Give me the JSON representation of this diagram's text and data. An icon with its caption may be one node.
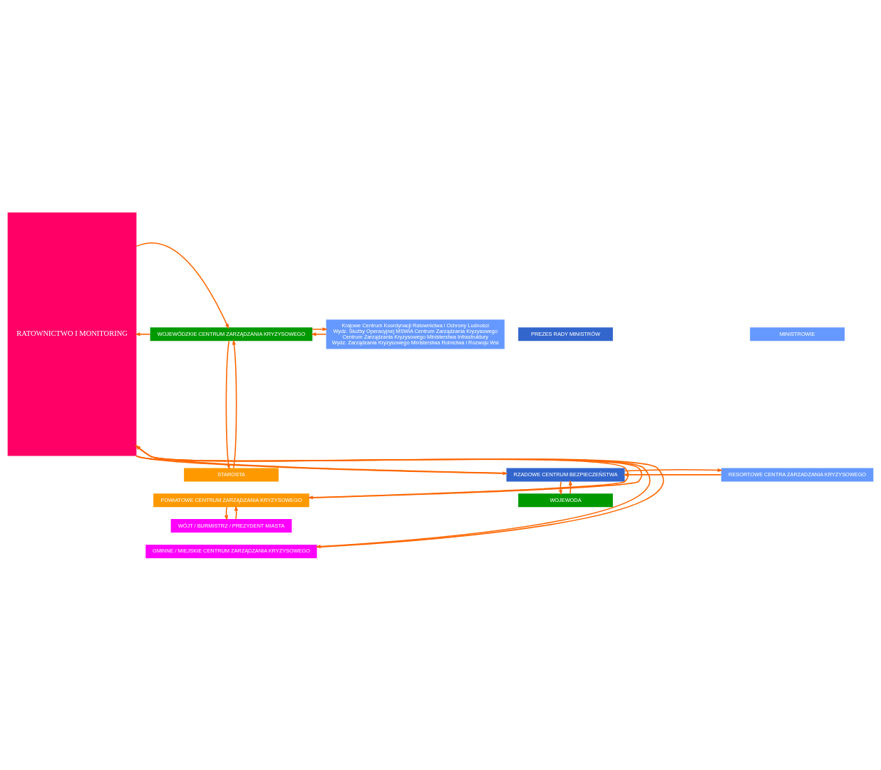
{
  "diagram": {
    "nodes": [
      {
        "text": [
          "RATOWNICTWO I MONITORING"
        ]
      },
      {
        "text": [
          "PREZES RADY MINISTRÓW"
        ]
      },
      {
        "text": [
          "RZADOWE CENTRUM BEZPIECZEŃSTWA"
        ]
      },
      {
        "text": [
          "MINISTROWIE"
        ]
      },
      {
        "text": [
          "RESORTOWE CENTRA ZARZADZANIA KRYZYSOWEGO"
        ]
      },
      {
        "text": [
          "WOJEWODA"
        ]
      },
      {
        "text": [
          "WOJEWÓDZKIE CENTRUM ZARZĄDZANIA KRYZYSOWEGO"
        ]
      },
      {
        "text": [
          "Krajowe Centrum Koordynacji Ratownictwa i Ochrony Ludności",
          "Wydz. Służby Operacyjnej MSWiA Centrum Zarządzania Kryzysowego",
          "Centrum Zarządzania Kryzysowego Ministerstwa Infrastruktury",
          "Wydz. Zarządzania Kryzysowego Ministerstwa Rolnictwa i Rozwoju Wsi"
        ]
      },
      {
        "text": [
          "STAROSTA"
        ]
      },
      {
        "text": [
          "POWIATOWE CENTRUM ZARZĄDZANIA KRYZYSOWEGO"
        ]
      },
      {
        "text": [
          "WÓJT / BURMISTRZ / PREZYDENT MIASTA"
        ]
      },
      {
        "text": [
          "GMINNE / MIEJSKIE CENTRUM ZARZĄDZANIA KRYZYSOWEGO"
        ]
      }
    ],
    "edges": [
      {
        "from": 2,
        "to": 0,
        "arrow": "to"
      },
      {
        "from": 0,
        "to": 2,
        "arrow": "to"
      },
      {
        "from": 4,
        "to": 2,
        "arrow": "to"
      },
      {
        "from": 2,
        "to": 4,
        "arrow": "to"
      },
      {
        "from": 2,
        "to": 5,
        "arrow": "to"
      },
      {
        "from": 5,
        "to": 2,
        "arrow": "to"
      },
      {
        "from": 6,
        "to": 0,
        "arrow": "to"
      },
      {
        "from": 0,
        "to": 6,
        "arrow": "to"
      },
      {
        "from": 7,
        "to": 6,
        "arrow": "to"
      },
      {
        "from": 6,
        "to": 7,
        "arrow": "to"
      },
      {
        "from": 6,
        "to": 8,
        "arrow": "to"
      },
      {
        "from": 8,
        "to": 6,
        "arrow": "to"
      },
      {
        "from": 9,
        "to": 0,
        "arrow": "to"
      },
      {
        "from": 0,
        "to": 9,
        "arrow": "to"
      },
      {
        "from": 9,
        "to": 10,
        "arrow": "to"
      },
      {
        "from": 10,
        "to": 9,
        "arrow": "to"
      },
      {
        "from": 11,
        "to": 0,
        "arrow": "to"
      },
      {
        "from": 0,
        "to": 11,
        "arrow": "to"
      }
    ]
  }
}
